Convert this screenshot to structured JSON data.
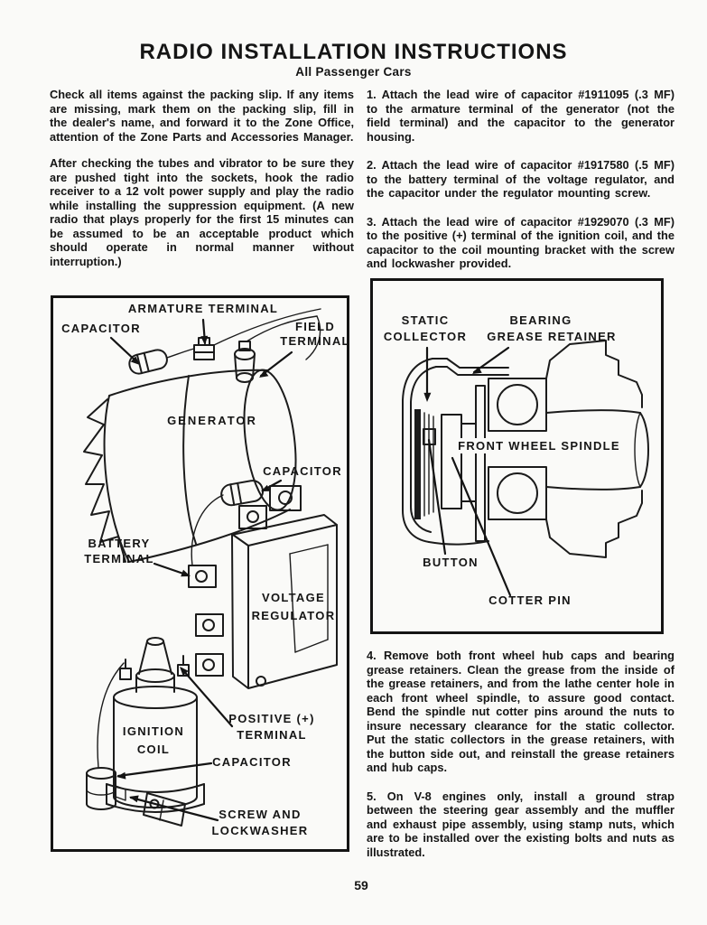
{
  "doc": {
    "title": "RADIO INSTALLATION INSTRUCTIONS",
    "subtitle": "All Passenger Cars",
    "page_number": "59"
  },
  "left_column": {
    "paragraphs": [
      "Check all items against the packing slip. If any items are missing, mark them on the packing slip, fill in the dealer's name, and forward it to the Zone Office, attention of the Zone Parts and Accessories Manager.",
      "After checking the tubes and vibrator to be sure they are pushed tight into the sockets, hook the radio receiver to a 12 volt power supply and play the radio while installing the suppression equipment. (A new radio that plays properly for the first 15 minutes can be assumed to be an acceptable product which should operate in normal manner without interruption.)"
    ]
  },
  "right_column": {
    "steps": [
      "1. Attach the lead wire of capacitor #1911095 (.3 MF) to the armature terminal of the generator (not the field terminal) and the capacitor to the generator housing.",
      "2. Attach the lead wire of capacitor #1917580 (.5 MF) to the battery terminal of the voltage regulator, and the capacitor under the regulator mounting screw.",
      "3. Attach the lead wire of capacitor #1929070 (.3 MF) to the positive (+) terminal of the ignition coil, and the capacitor to the coil mounting bracket with the screw and lockwasher provided.",
      "4. Remove both front wheel hub caps and bearing grease retainers. Clean the grease from the inside of the grease retainers, and from the lathe center hole in each front wheel spindle, to assure good contact. Bend the spindle nut cotter pins around the nuts to insure necessary clearance for the static collector. Put the static collectors in the grease retainers, with the button side out, and reinstall the grease retainers and hub caps.",
      "5. On V-8 engines only, install a ground strap between the steering gear assembly and the muffler and exhaust pipe assembly, using stamp nuts, which are to be installed over the existing bolts and nuts as illustrated."
    ]
  },
  "fig1": {
    "labels": {
      "armature_terminal": "ARMATURE TERMINAL",
      "capacitor_generator": "CAPACITOR",
      "field_terminal": [
        "FIELD",
        "TERMINAL"
      ],
      "generator": "GENERATOR",
      "capacitor_regulator": "CAPACITOR",
      "battery_terminal": [
        "BATTERY",
        "TERMINAL"
      ],
      "voltage_regulator": [
        "VOLTAGE",
        "REGULATOR"
      ],
      "ignition_coil": [
        "IGNITION",
        "COIL"
      ],
      "positive_terminal": [
        "POSITIVE (+)",
        "TERMINAL"
      ],
      "capacitor_coil": "CAPACITOR",
      "screw_lockwasher": [
        "SCREW AND",
        "LOCKWASHER"
      ]
    }
  },
  "fig2": {
    "labels": {
      "static_collector": [
        "STATIC",
        "COLLECTOR"
      ],
      "bearing_grease_retainer": [
        "BEARING",
        "GREASE RETAINER"
      ],
      "front_wheel_spindle": "FRONT WHEEL SPINDLE",
      "button": "BUTTON",
      "cotter_pin": "COTTER PIN"
    }
  },
  "colors": {
    "paper": "#fafaf8",
    "ink": "#151515"
  }
}
